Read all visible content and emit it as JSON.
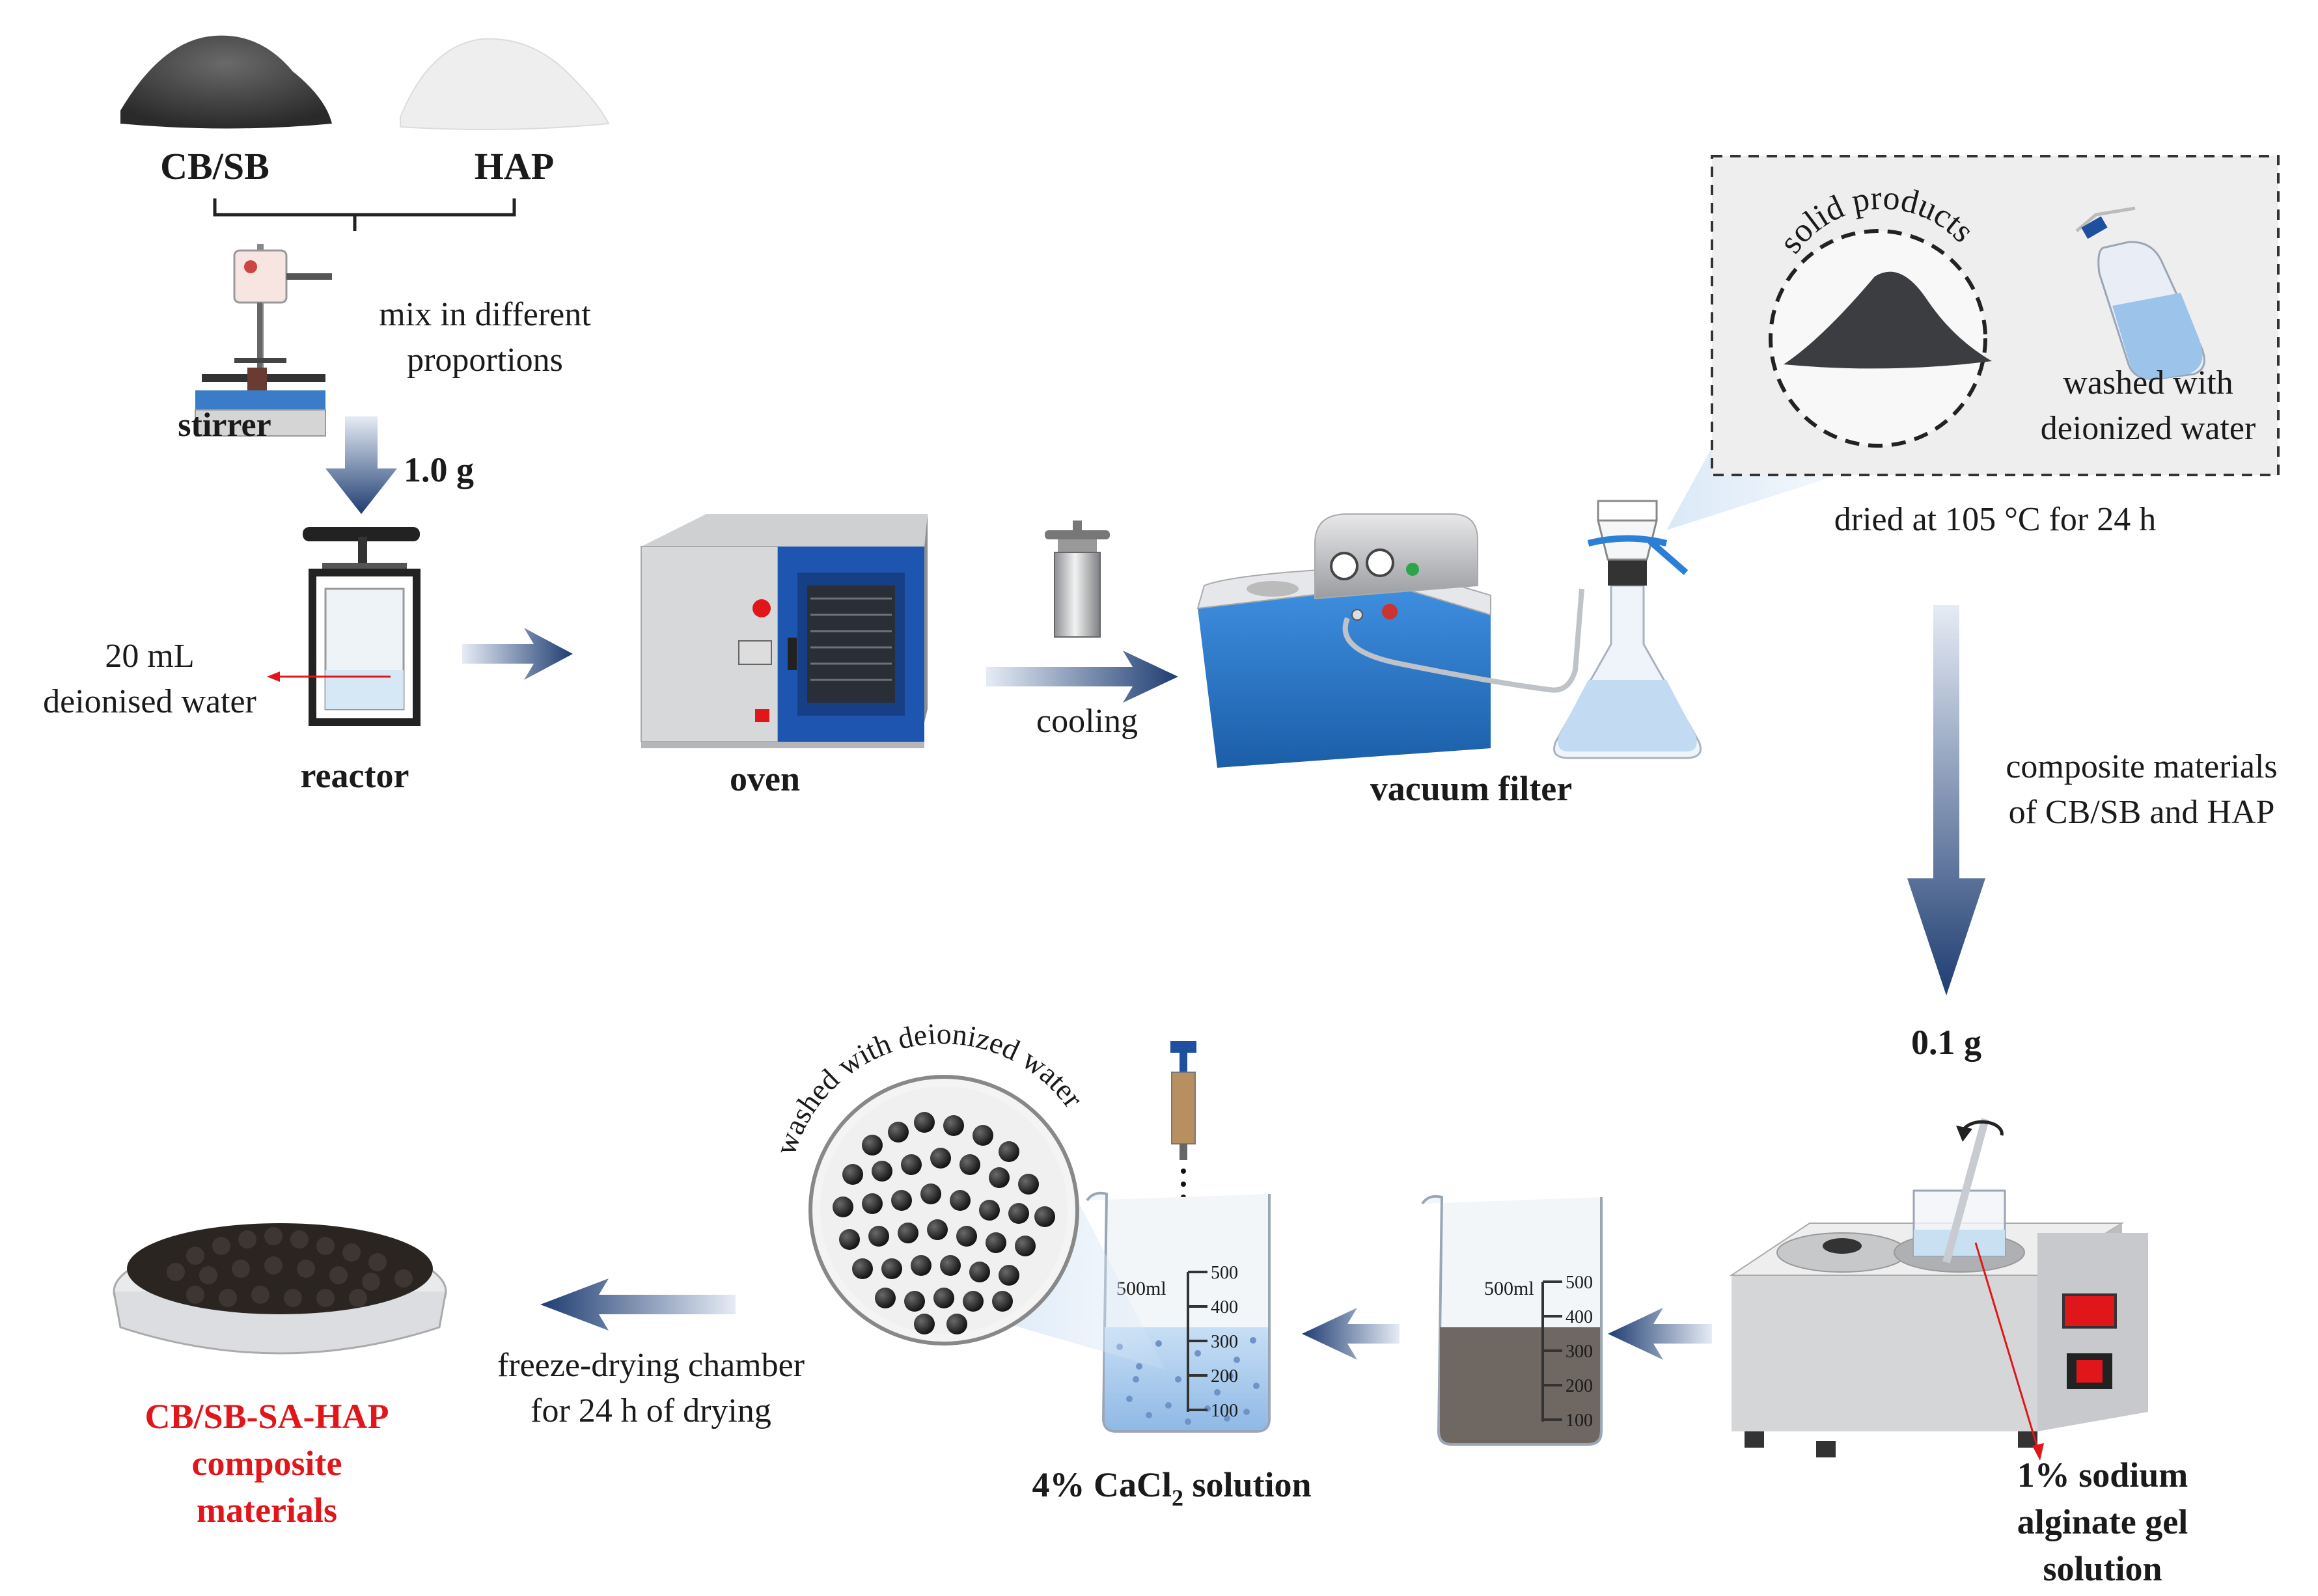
{
  "powders": {
    "left": "CB/SB",
    "right": "HAP"
  },
  "stirrer": {
    "label": "stirrer",
    "note_line1": "mix in different",
    "note_line2": "proportions"
  },
  "mass1": "1.0 g",
  "reactor": {
    "label": "reactor",
    "note_line1": "20 mL",
    "note_line2": "deionised water"
  },
  "oven": {
    "label": "oven"
  },
  "cooling": "cooling",
  "vacuum": {
    "label": "vacuum filter"
  },
  "inset": {
    "circle_label": "solid products",
    "bottle_line1": "washed with",
    "bottle_line2": "deionized water",
    "dried": "dried at 105 °C for 24 h"
  },
  "composite_note": {
    "line1": "composite materials",
    "line2": "of CB/SB and HAP"
  },
  "mass2": "0.1 g",
  "sodium": {
    "line1": "1% sodium",
    "line2": "alginate gel",
    "line3": "solution"
  },
  "beaker_scale": [
    "500ml",
    "500",
    "400",
    "300",
    "200",
    "100"
  ],
  "cacl2": {
    "label_pre": "4% CaCl",
    "label_sub": "2",
    "label_post": " solution",
    "dish_label": "washed with deionized water"
  },
  "freeze": {
    "line1": "freeze-drying chamber",
    "line2": "for 24 h of drying"
  },
  "final": {
    "line1": "CB/SB-SA-HAP",
    "line2": "composite",
    "line3": "materials"
  },
  "colors": {
    "arrow_dark": "#1f3d72",
    "arrow_light": "#dfe7f2",
    "red": "#e0161b",
    "oven_blue": "#1e55b0",
    "filter_blue": "#2b7fd6"
  }
}
